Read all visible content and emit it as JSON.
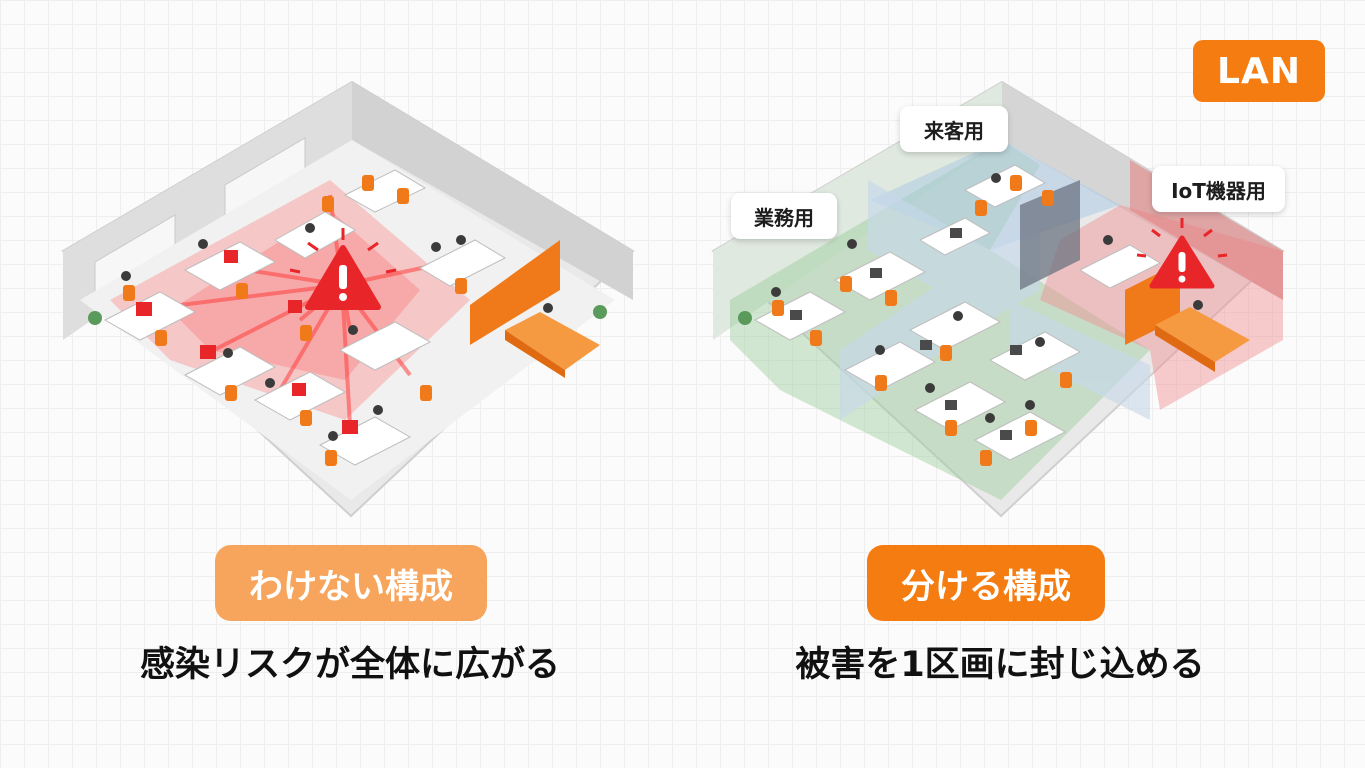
{
  "badge": {
    "label": "LAN",
    "color": "#f57c10"
  },
  "left_panel": {
    "pill_label": "わけない構成",
    "pill_color": "#f7a55c",
    "caption": "感染リスクが全体に広がる",
    "warning_icon": "warning-triangle-icon"
  },
  "right_panel": {
    "pill_label": "分ける構成",
    "pill_color": "#f57c10",
    "caption": "被害を1区画に封じ込める",
    "zones": [
      {
        "label": "業務用",
        "color": "#9ccc9c"
      },
      {
        "label": "来客用",
        "color": "#a9c8e6"
      },
      {
        "label": "IoT機器用",
        "color": "#ef8f8f"
      }
    ],
    "warning_icon": "warning-triangle-icon"
  },
  "colors": {
    "accent": "#f57c10",
    "danger": "#e8262a",
    "floor": "#ececec",
    "wall": "#dcdcdc"
  }
}
